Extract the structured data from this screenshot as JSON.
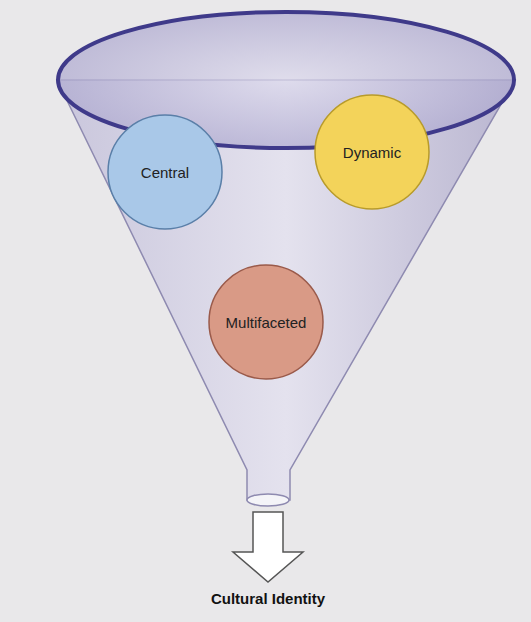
{
  "diagram": {
    "nodes": [
      {
        "text": [
          "Central"
        ]
      },
      {
        "text": [
          "Dynamic"
        ]
      },
      {
        "text": [
          "Multifaceted"
        ]
      }
    ],
    "labels": [
      "Cultural Identity"
    ]
  }
}
